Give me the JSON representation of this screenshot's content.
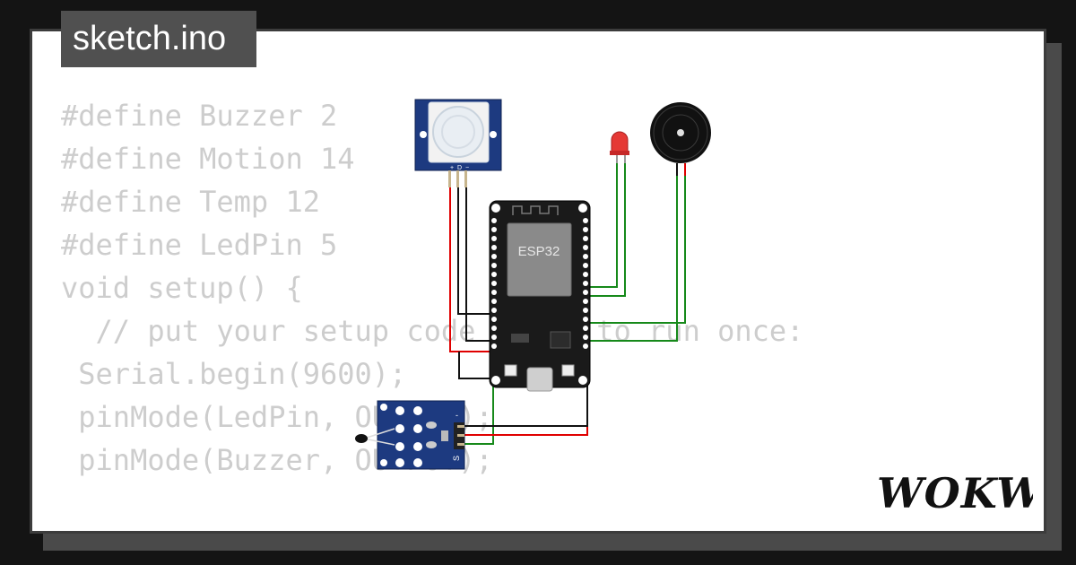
{
  "title": "sketch.ino",
  "code_lines": [
    "#define Buzzer 2",
    "#define Motion 14",
    "#define Temp 12",
    "#define LedPin 5",
    "",
    "",
    "void setup() {",
    "  // put your setup code here, to run once:",
    " Serial.begin(9600);",
    " pinMode(LedPin, OUTPUT);",
    " pinMode(Buzzer, OUTPUT);"
  ],
  "diagram": {
    "pir_sensor": {
      "pin_labels": [
        "+",
        "D",
        "−"
      ]
    },
    "esp32": {
      "label": "ESP32"
    },
    "led": {
      "color": "#e53935"
    },
    "buzzer": {
      "color": "#111111"
    },
    "temp_sensor": {
      "pin_labels": [
        "-",
        "+",
        "S"
      ]
    }
  },
  "logo": {
    "text": "WOKWi"
  },
  "colors": {
    "background": "#141414",
    "card": "#ffffff",
    "code_text": "#cdcdcd",
    "title_tab": "#505050",
    "wire_red": "#e00000",
    "wire_black": "#111111",
    "wire_green": "#16891a",
    "pcb_blue": "#1d3a80"
  }
}
